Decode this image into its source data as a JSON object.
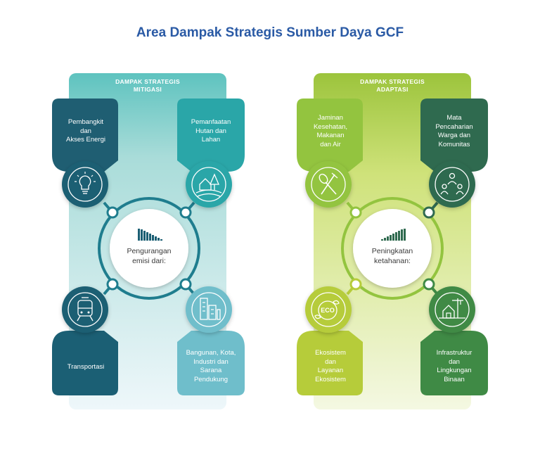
{
  "title": "Area Dampak Strategis Sumber Daya GCF",
  "mitigation": {
    "header": [
      "DAMPAK STRATEGIS",
      "MITIGASI"
    ],
    "center": [
      "Pengurangan",
      "emisi dari:"
    ],
    "items": [
      {
        "label": [
          "Pembangkit",
          "dan",
          "Akses Energi"
        ],
        "icon": "lightbulb-icon"
      },
      {
        "label": [
          "Pemanfaatan",
          "Hutan dan",
          "Lahan"
        ],
        "icon": "forest-house-icon"
      },
      {
        "label": [
          "Transportasi"
        ],
        "icon": "train-icon"
      },
      {
        "label": [
          "Bangunan, Kota,",
          "Industri dan",
          "Sarana",
          "Pendukung"
        ],
        "icon": "buildings-icon"
      }
    ]
  },
  "adaptation": {
    "header": [
      "DAMPAK STRATEGIS",
      "ADAPTASI"
    ],
    "center": [
      "Peningkatan",
      "ketahanan:"
    ],
    "items": [
      {
        "label": [
          "Jaminan",
          "Kesehatan,",
          "Makanan",
          "dan Air"
        ],
        "icon": "fork-spoon-icon"
      },
      {
        "label": [
          "Mata",
          "Pencaharian",
          "Warga dan",
          "Komunitas"
        ],
        "icon": "people-icon"
      },
      {
        "label": [
          "Ekosistem",
          "dan",
          "Layanan",
          "Ekosistem"
        ],
        "icon": "eco-icon"
      },
      {
        "label": [
          "Infrastruktur",
          "dan",
          "Lingkungan",
          "Binaan"
        ],
        "icon": "infrastructure-icon"
      }
    ],
    "eco_text": "ECO"
  },
  "colors": {
    "title": "#2a5aa5",
    "mit_dark": "#1a5e73",
    "mit_mid": "#1f7d8e",
    "mit_teal": "#2aa6a8",
    "mit_light": "#6fbecb",
    "ada_dark": "#2f6a4f",
    "ada_mid": "#3f8a45",
    "ada_light": "#93c43f",
    "ada_lime": "#b6cc3a"
  }
}
